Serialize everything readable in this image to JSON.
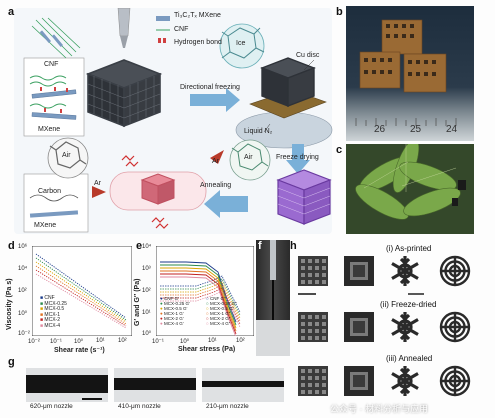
{
  "panels": {
    "a": "a",
    "b": "b",
    "c": "c",
    "d": "d",
    "e": "e",
    "f": "f",
    "g": "g",
    "h": "h"
  },
  "panel_a": {
    "legend": {
      "mxene": "Ti₃C₂Tₓ MXene",
      "cnf": "CNF",
      "hbond": "Hydrogen bond"
    },
    "inset_top": {
      "cnf": "CNF",
      "mxene": "MXene"
    },
    "inset_bottom": {
      "air": "Air",
      "carbon": "Carbon",
      "mxene": "MXene"
    },
    "ice": "Ice",
    "cu_disc": "Cu disc",
    "liquid_n2": "Liquid N₂",
    "directional_freezing": "Directional freezing",
    "freeze_drying": "Freeze drying",
    "annealing": "Annealing",
    "air_cell": "Air",
    "ar_in": "Ar",
    "ar_out": "Ar"
  },
  "panel_b": {
    "ruler": [
      "26",
      "25",
      "24"
    ]
  },
  "panel_d": {
    "ylabel": "Viscosity (Pa s)",
    "xlabel": "Shear rate (s⁻¹)",
    "yticks": [
      "10⁶",
      "10⁴",
      "10²",
      "10⁰",
      "10⁻²"
    ],
    "xticks": [
      "10⁻²",
      "10⁻¹",
      "10⁰",
      "10¹",
      "10²"
    ],
    "legend": [
      "CNF",
      "MCX-0.25",
      "MCX-0.5",
      "MCX-1",
      "MCX-2",
      "MCX-4"
    ]
  },
  "panel_e": {
    "ylabel": "G′ and G″ (Pa)",
    "xlabel": "Shear stress (Pa)",
    "yticks": [
      "10⁴",
      "10³",
      "10²",
      "10¹",
      "10⁰"
    ],
    "xticks": [
      "10⁻¹",
      "10⁰",
      "10¹",
      "10²"
    ],
    "legend_left": [
      "CNF G′",
      "MCX-0.25 G′",
      "MCX-0.5 G′",
      "MCX-1 G′",
      "MCX-2 G′",
      "MCX-4 G′"
    ],
    "legend_right": [
      "CNF G″",
      "MCX-0.25 G″",
      "MCX-0.5 G″",
      "MCX-1 G″",
      "MCX-2 G″",
      "MCX-4 G″"
    ]
  },
  "panel_g": {
    "labels": [
      "620-μm nozzle",
      "410-μm nozzle",
      "210-μm nozzle"
    ]
  },
  "panel_h": {
    "as_printed": "(i) As-printed",
    "freeze_dried": "(ii) Freeze-dried",
    "annealed": "(iii) Annealed"
  },
  "watermark": "公众号 · 材料分析与应用",
  "colors": {
    "cnf": "#1a3a8a",
    "mcx025": "#2c8a4a",
    "mcx05": "#d9a400",
    "mcx1": "#e07020",
    "mcx2": "#c02020",
    "mcx4": "#e08aa0",
    "arrow": "#5a9ad0",
    "purple": "#9a6ad0"
  }
}
